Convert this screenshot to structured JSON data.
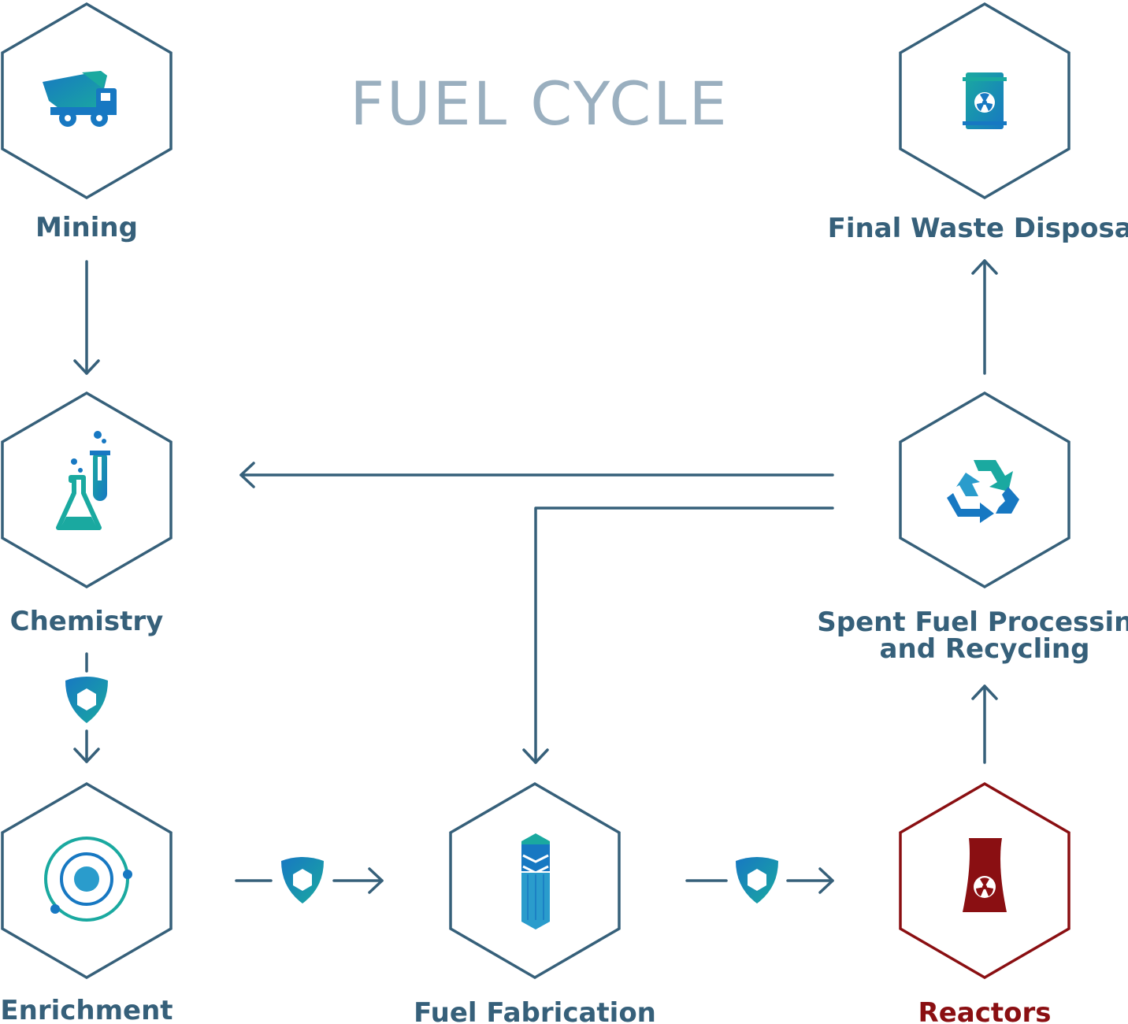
{
  "title": "FUEL CYCLE",
  "colors": {
    "outline": "#36607a",
    "reactor": "#8a0f12",
    "title": "#9aafbf",
    "icon_blue": "#1778c2",
    "icon_teal": "#1aa9a0",
    "icon_mid": "#2a9ccc"
  },
  "nodes": {
    "mining": {
      "label": "Mining",
      "icon": "dump-truck-icon"
    },
    "chemistry": {
      "label": "Chemistry",
      "icon": "lab-flask-icon"
    },
    "enrichment": {
      "label": "Enrichment",
      "icon": "atom-orbit-icon"
    },
    "fabrication": {
      "label": "Fuel Fabrication",
      "icon": "fuel-assembly-icon"
    },
    "reactors": {
      "label": "Reactors",
      "icon": "reactor-tower-icon"
    },
    "processing": {
      "label_line1": "Spent Fuel Processing",
      "label_line2": "and Recycling",
      "icon": "recycle-icon"
    },
    "disposal": {
      "label": "Final Waste Disposal",
      "icon": "waste-barrel-icon"
    }
  },
  "safeguard_icon": "shield-icon"
}
